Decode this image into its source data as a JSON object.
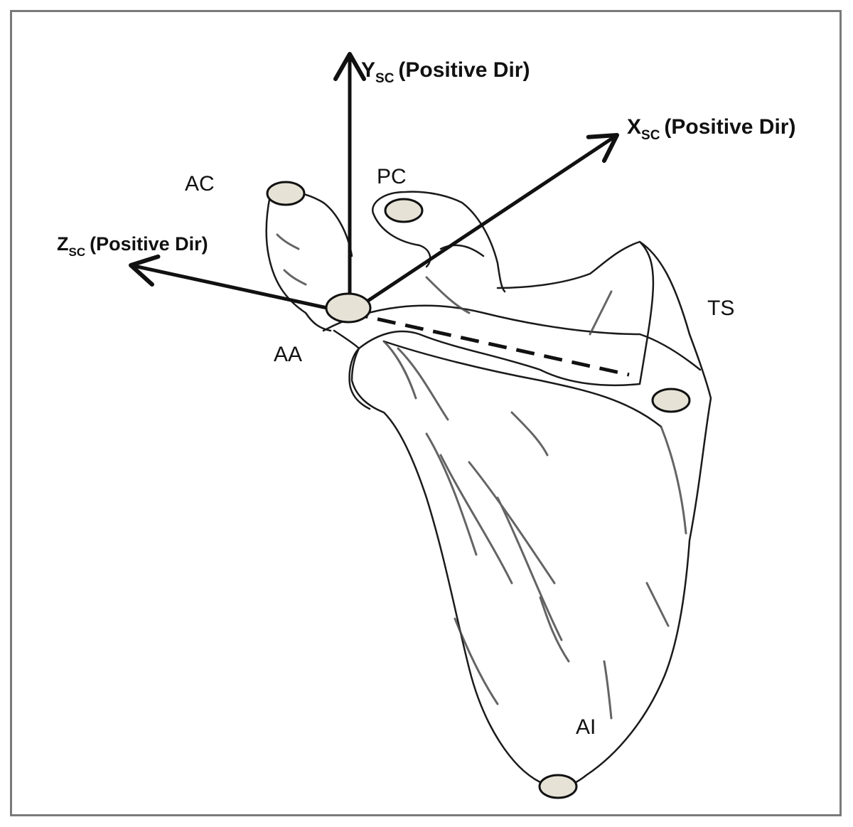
{
  "landmarks": {
    "ac": "AC",
    "pc": "PC",
    "aa": "AA",
    "ts": "TS",
    "ai": "AI"
  },
  "axes": {
    "x": {
      "letter": "X",
      "sub": "SC",
      "suffix": "(Positive Dir)"
    },
    "y": {
      "letter": "Y",
      "sub": "SC",
      "suffix": "(Positive Dir)"
    },
    "z": {
      "letter": "Z",
      "sub": "SC",
      "suffix": "(Positive Dir)"
    }
  },
  "colors": {
    "outline": "#1a1a1a",
    "marker_fill": "#e6e3d6",
    "shading": "#4a4a4a",
    "frame": "#7a7a7a"
  }
}
